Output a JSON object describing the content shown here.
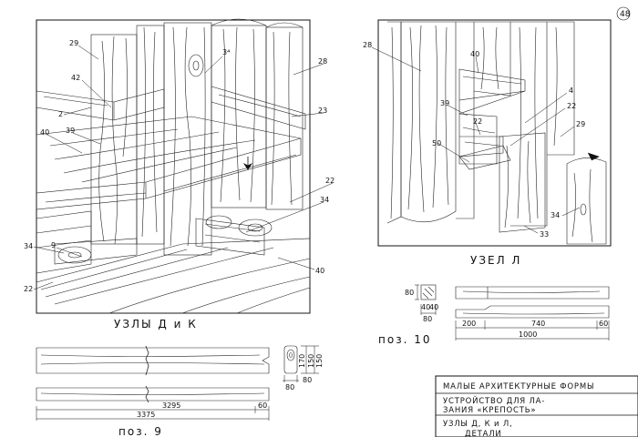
{
  "page_number": "48",
  "views": {
    "left": {
      "caption": "УЗЛЫ   Д и К",
      "callouts": [
        "29",
        "3⁴",
        "28",
        "42",
        "2",
        "23",
        "40",
        "39",
        "22",
        "34",
        "34",
        "9",
        "22",
        "40"
      ]
    },
    "right": {
      "caption": "УЗЕЛ  Л",
      "callouts": [
        "28",
        "40",
        "4",
        "39",
        "22",
        "22",
        "29",
        "50",
        "34",
        "33"
      ]
    }
  },
  "details": {
    "poz9": {
      "caption": "поз. 9",
      "dimensions": [
        "3295",
        "60",
        "3375",
        "170",
        "80",
        "150",
        "80",
        "150"
      ]
    },
    "poz10": {
      "caption": "поз. 10",
      "dimensions": [
        "200",
        "740",
        "60",
        "1000",
        "80",
        "40",
        "40",
        "80"
      ]
    }
  },
  "title_block": {
    "line1": "МАЛЫЕ  АРХИТЕКТУРНЫЕ  ФОРМЫ",
    "line2a": "УСТРОЙСТВО  ДЛЯ  ЛА-",
    "line2b": "ЗАНИЯ  «КРЕПОСТЬ»",
    "line3a": "УЗЛЫ   Д, К и Л,",
    "line3b": "ДЕТАЛИ"
  }
}
